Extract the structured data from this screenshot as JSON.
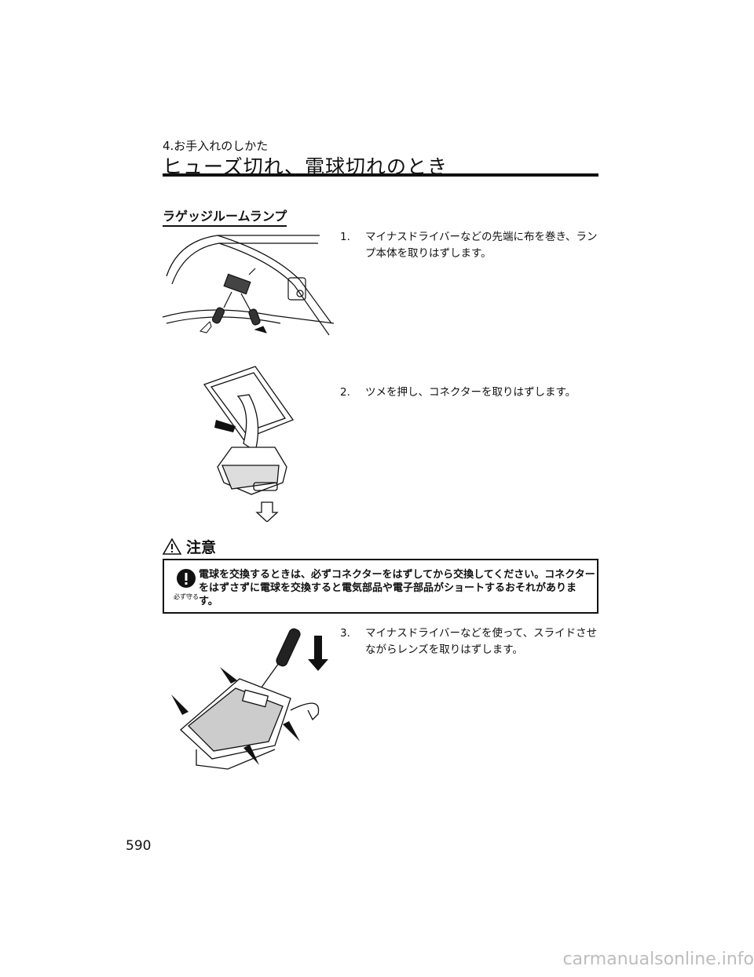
{
  "header": {
    "chapter": "4.お手入れのしかた",
    "title": "ヒューズ切れ、電球切れのとき"
  },
  "section": {
    "title": "ラゲッジルームランプ"
  },
  "steps": [
    {
      "num": "1.",
      "text": "マイナスドライバーなどの先端に布を巻き、ランプ本体を取りはずします。"
    },
    {
      "num": "2.",
      "text": "ツメを押し、コネクターを取りはずします。"
    },
    {
      "num": "3.",
      "text": "マイナスドライバーなどを使って、スライドさせながらレンズを取りはずします。"
    }
  ],
  "caution": {
    "heading": "注意",
    "badge": "必ず守る",
    "text": "電球を交換するときは、必ずコネクターをはずしてから交換してください。コネクターをはずさずに電球を交換すると電気部品や電子部品がショートするおそれがあります。"
  },
  "page_number": "590",
  "watermark": "carmanualsonline.info"
}
